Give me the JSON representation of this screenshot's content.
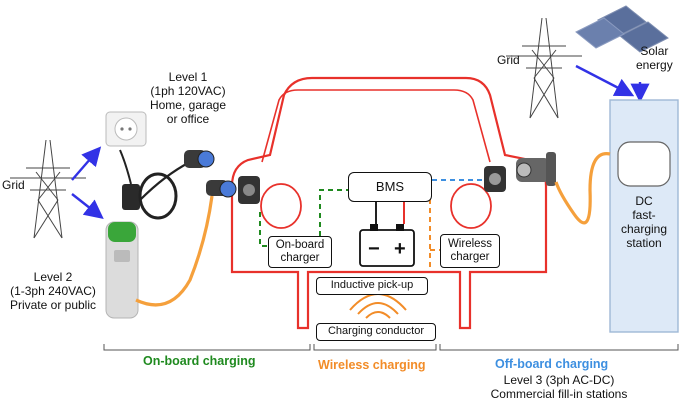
{
  "labels": {
    "grid_left": "Grid",
    "grid_right": "Grid",
    "solar": "Solar\nenergy",
    "level1": "Level 1\n(1ph 120VAC)\nHome, garage\nor office",
    "level2": "Level 2\n(1-3ph 240VAC)\nPrivate or public",
    "dc_station": "DC\nfast-\ncharging\nstation",
    "bms": "BMS",
    "onboard_charger": "On-board\ncharger",
    "wireless_charger": "Wireless\ncharger",
    "inductive_pickup": "Inductive pick-up",
    "charging_conductor": "Charging conductor",
    "battery_minus": "−",
    "battery_plus": "+"
  },
  "sections": {
    "onboard": "On-board charging",
    "wireless": "Wireless charging",
    "offboard": "Off-board charging",
    "level3": "Level 3 (3ph AC-DC)\nCommercial fill-in stations"
  },
  "colors": {
    "car_outline": "#e8312b",
    "onboard_green": "#1f8a1f",
    "wireless_orange": "#f28c28",
    "offboard_blue": "#3d8fe0",
    "arrow_blue": "#3232e6",
    "station_fill": "#dde9f7",
    "cable_orange": "#f5a03c"
  }
}
